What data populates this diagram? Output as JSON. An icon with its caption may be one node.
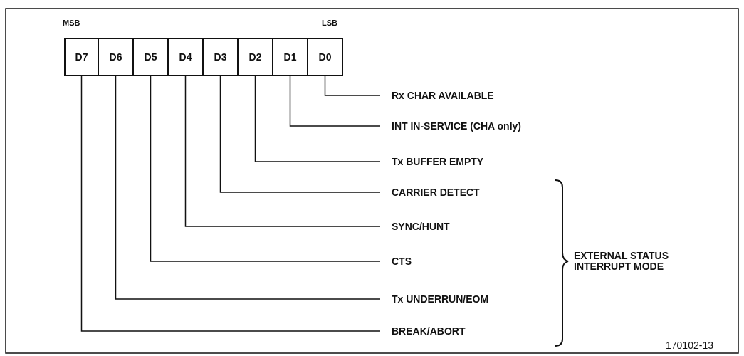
{
  "diagram": {
    "nodes": [
      {
        "text": [
          "D7"
        ]
      },
      {
        "text": [
          "D6"
        ]
      },
      {
        "text": [
          "D5"
        ]
      },
      {
        "text": [
          "D4"
        ]
      },
      {
        "text": [
          "D3"
        ]
      },
      {
        "text": [
          "D2"
        ]
      },
      {
        "text": [
          "D1"
        ]
      },
      {
        "text": [
          "D0"
        ]
      },
      {
        "text": [
          "Rx CHAR AVAILABLE"
        ]
      },
      {
        "text": [
          "INT IN-SERVICE (CHA only)"
        ]
      },
      {
        "text": [
          "Tx BUFFER EMPTY"
        ]
      },
      {
        "text": [
          "CARRIER DETECT"
        ]
      },
      {
        "text": [
          "SYNC/HUNT"
        ]
      },
      {
        "text": [
          "CTS"
        ]
      },
      {
        "text": [
          "Tx UNDERRUN/EOM"
        ]
      },
      {
        "text": [
          "BREAK/ABORT"
        ]
      }
    ],
    "edges": [
      {
        "from": 7,
        "to": 8,
        "arrow": "none"
      },
      {
        "from": 6,
        "to": 9,
        "arrow": "none"
      },
      {
        "from": 5,
        "to": 10,
        "arrow": "none"
      },
      {
        "from": 4,
        "to": 11,
        "arrow": "none"
      },
      {
        "from": 3,
        "to": 12,
        "arrow": "none"
      },
      {
        "from": 2,
        "to": 13,
        "arrow": "none"
      },
      {
        "from": 1,
        "to": 14,
        "arrow": "none"
      },
      {
        "from": 0,
        "to": 15,
        "arrow": "none"
      }
    ],
    "labels": [
      "MSB",
      "LSB",
      "EXTERNAL STATUS INTERRUPT MODE",
      "170102-13"
    ]
  }
}
